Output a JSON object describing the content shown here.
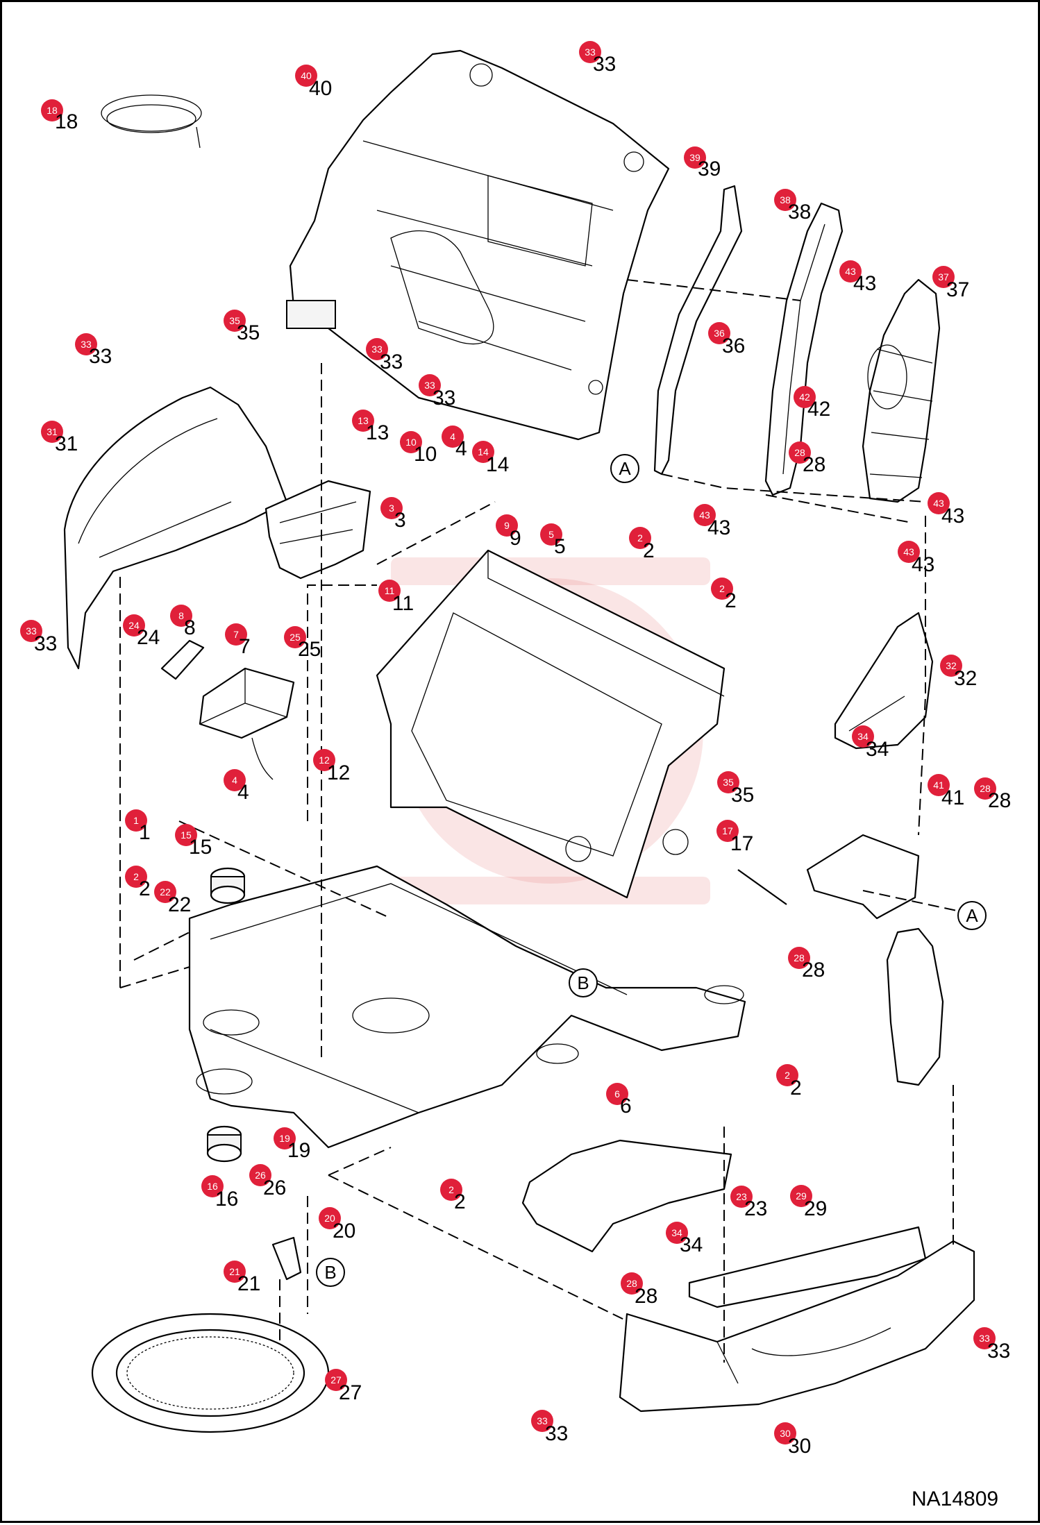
{
  "drawing_number": "NA14809",
  "reference_marks": [
    "A",
    "A",
    "B",
    "B"
  ],
  "callouts": [
    {
      "num": "18"
    },
    {
      "num": "40"
    },
    {
      "num": "33"
    },
    {
      "num": "39"
    },
    {
      "num": "38"
    },
    {
      "num": "43"
    },
    {
      "num": "37"
    },
    {
      "num": "35"
    },
    {
      "num": "33"
    },
    {
      "num": "36"
    },
    {
      "num": "33"
    },
    {
      "num": "33"
    },
    {
      "num": "42"
    },
    {
      "num": "31"
    },
    {
      "num": "13"
    },
    {
      "num": "10"
    },
    {
      "num": "4"
    },
    {
      "num": "14"
    },
    {
      "num": "28"
    },
    {
      "num": "43"
    },
    {
      "num": "3"
    },
    {
      "num": "9"
    },
    {
      "num": "5"
    },
    {
      "num": "2"
    },
    {
      "num": "43"
    },
    {
      "num": "11"
    },
    {
      "num": "2"
    },
    {
      "num": "43"
    },
    {
      "num": "33"
    },
    {
      "num": "24"
    },
    {
      "num": "8"
    },
    {
      "num": "7"
    },
    {
      "num": "25"
    },
    {
      "num": "32"
    },
    {
      "num": "12"
    },
    {
      "num": "4"
    },
    {
      "num": "34"
    },
    {
      "num": "35"
    },
    {
      "num": "41"
    },
    {
      "num": "28"
    },
    {
      "num": "1"
    },
    {
      "num": "15"
    },
    {
      "num": "17"
    },
    {
      "num": "2"
    },
    {
      "num": "22"
    },
    {
      "num": "28"
    },
    {
      "num": "6"
    },
    {
      "num": "2"
    },
    {
      "num": "19"
    },
    {
      "num": "16"
    },
    {
      "num": "26"
    },
    {
      "num": "2"
    },
    {
      "num": "23"
    },
    {
      "num": "29"
    },
    {
      "num": "20"
    },
    {
      "num": "34"
    },
    {
      "num": "21"
    },
    {
      "num": "28"
    },
    {
      "num": "33"
    },
    {
      "num": "27"
    },
    {
      "num": "33"
    },
    {
      "num": "30"
    }
  ]
}
